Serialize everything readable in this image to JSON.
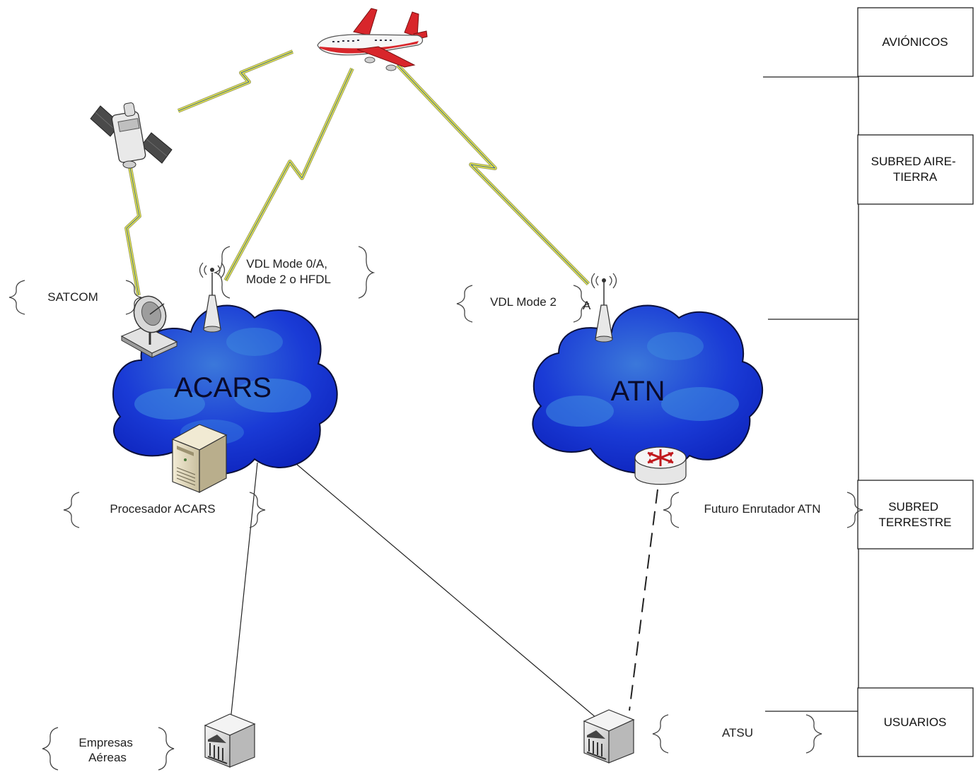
{
  "layers": [
    {
      "id": "avionicos",
      "label": "AVIÓNICOS"
    },
    {
      "id": "subred-aire-tierra",
      "label": "SUBRED AIRE-TIERRA",
      "lines": [
        "SUBRED AIRE-",
        "TIERRA"
      ]
    },
    {
      "id": "subred-terrestre",
      "label": "SUBRED TERRESTRE",
      "lines": [
        "SUBRED",
        "TERRESTRE"
      ]
    },
    {
      "id": "usuarios",
      "label": "USUARIOS"
    }
  ],
  "clouds": {
    "acars": "ACARS",
    "atn": "ATN"
  },
  "labels": {
    "satcom": "SATCOM",
    "vdl_acars": [
      "VDL Mode 0/A,",
      "Mode 2 o HFDL"
    ],
    "vdl_atn": "VDL Mode 2",
    "stray_a": "A",
    "procesador": "Procesador ACARS",
    "enrutador": "Futuro Enrutador ATN",
    "empresas": [
      "Empresas",
      "Aéreas"
    ],
    "atsu": "ATSU"
  },
  "icons": [
    "airplane-icon",
    "satellite-icon",
    "satellite-dish-icon",
    "antenna-icon",
    "server-icon",
    "router-icon",
    "building-icon"
  ],
  "colors": {
    "cloud_fill": "#1f33d6",
    "cloud_dark": "#0a1fb0",
    "cloud_light": "#3d8ad9",
    "lightning": "#eef23a",
    "link_blue": "#3a5aa8",
    "plane_red": "#d8262b"
  }
}
